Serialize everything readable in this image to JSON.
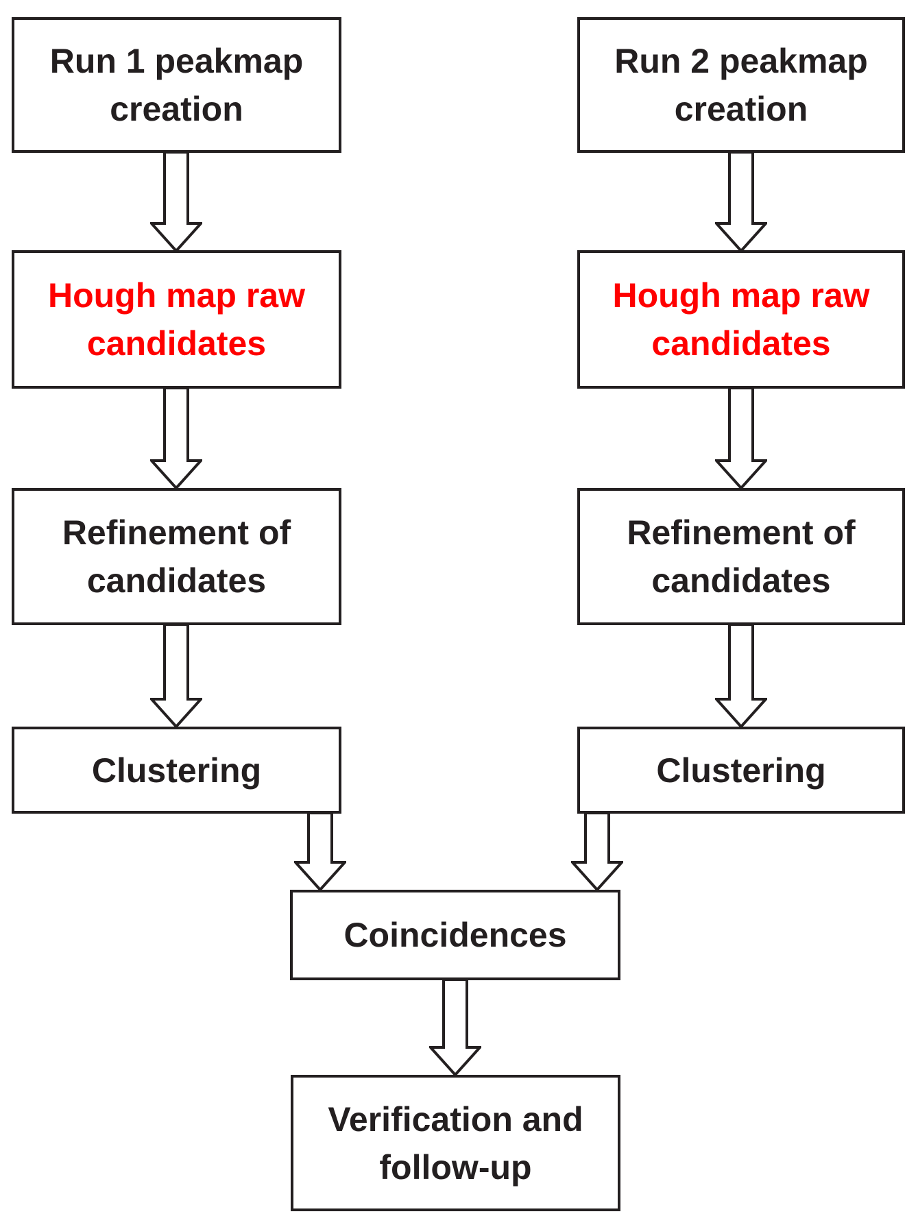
{
  "flowchart": {
    "background_color": "#FFFFFF",
    "box_fill_color": "#FFFFFF",
    "box_border_color": "#231F20",
    "text_color": "#231F20",
    "highlight_text_color": "#FF0000",
    "column1": {
      "peakmap": "Run 1 peakmap\ncreation",
      "hough": "Hough map raw\ncandidates",
      "refinement": "Refinement of\ncandidates",
      "clustering": "Clustering"
    },
    "column2": {
      "peakmap": "Run 2 peakmap\ncreation",
      "hough": "Hough map raw\ncandidates",
      "refinement": "Refinement of\ncandidates",
      "clustering": "Clustering"
    },
    "merge": {
      "coincidences": "Coincidences",
      "verification": "Verification and\nfollow-up"
    }
  }
}
